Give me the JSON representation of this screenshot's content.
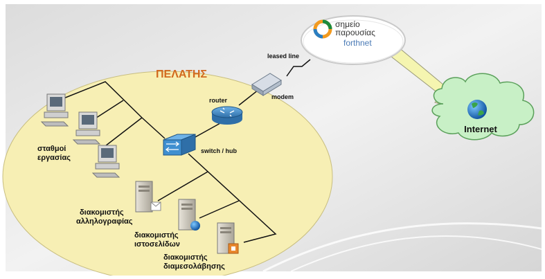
{
  "customer_label": "ΠΕΛΑΤΗΣ",
  "pop": {
    "line1": "σημείο",
    "line2": "παρουσίας",
    "brand": "forthnet"
  },
  "internet_label": "Internet",
  "leased_line_label": "leased line",
  "modem_label": "modem",
  "router_label": "router",
  "switch_label": "switch / hub",
  "workstations_label": [
    "σταθμοί",
    "εργασίας"
  ],
  "mail_server_label": [
    "διακομιστής",
    "αλληλογραφίας"
  ],
  "web_server_label": [
    "διακομιστής",
    "ιστοσελίδων"
  ],
  "proxy_server_label": [
    "διακομιστής",
    "διαμεσολάβησης"
  ],
  "colors": {
    "ellipse": "#f7efb4",
    "customer_text": "#d2691e",
    "cloud": "#c8f0c6",
    "arrow": "#f5f5b0",
    "cisco_blue": "#3f8fd0"
  }
}
